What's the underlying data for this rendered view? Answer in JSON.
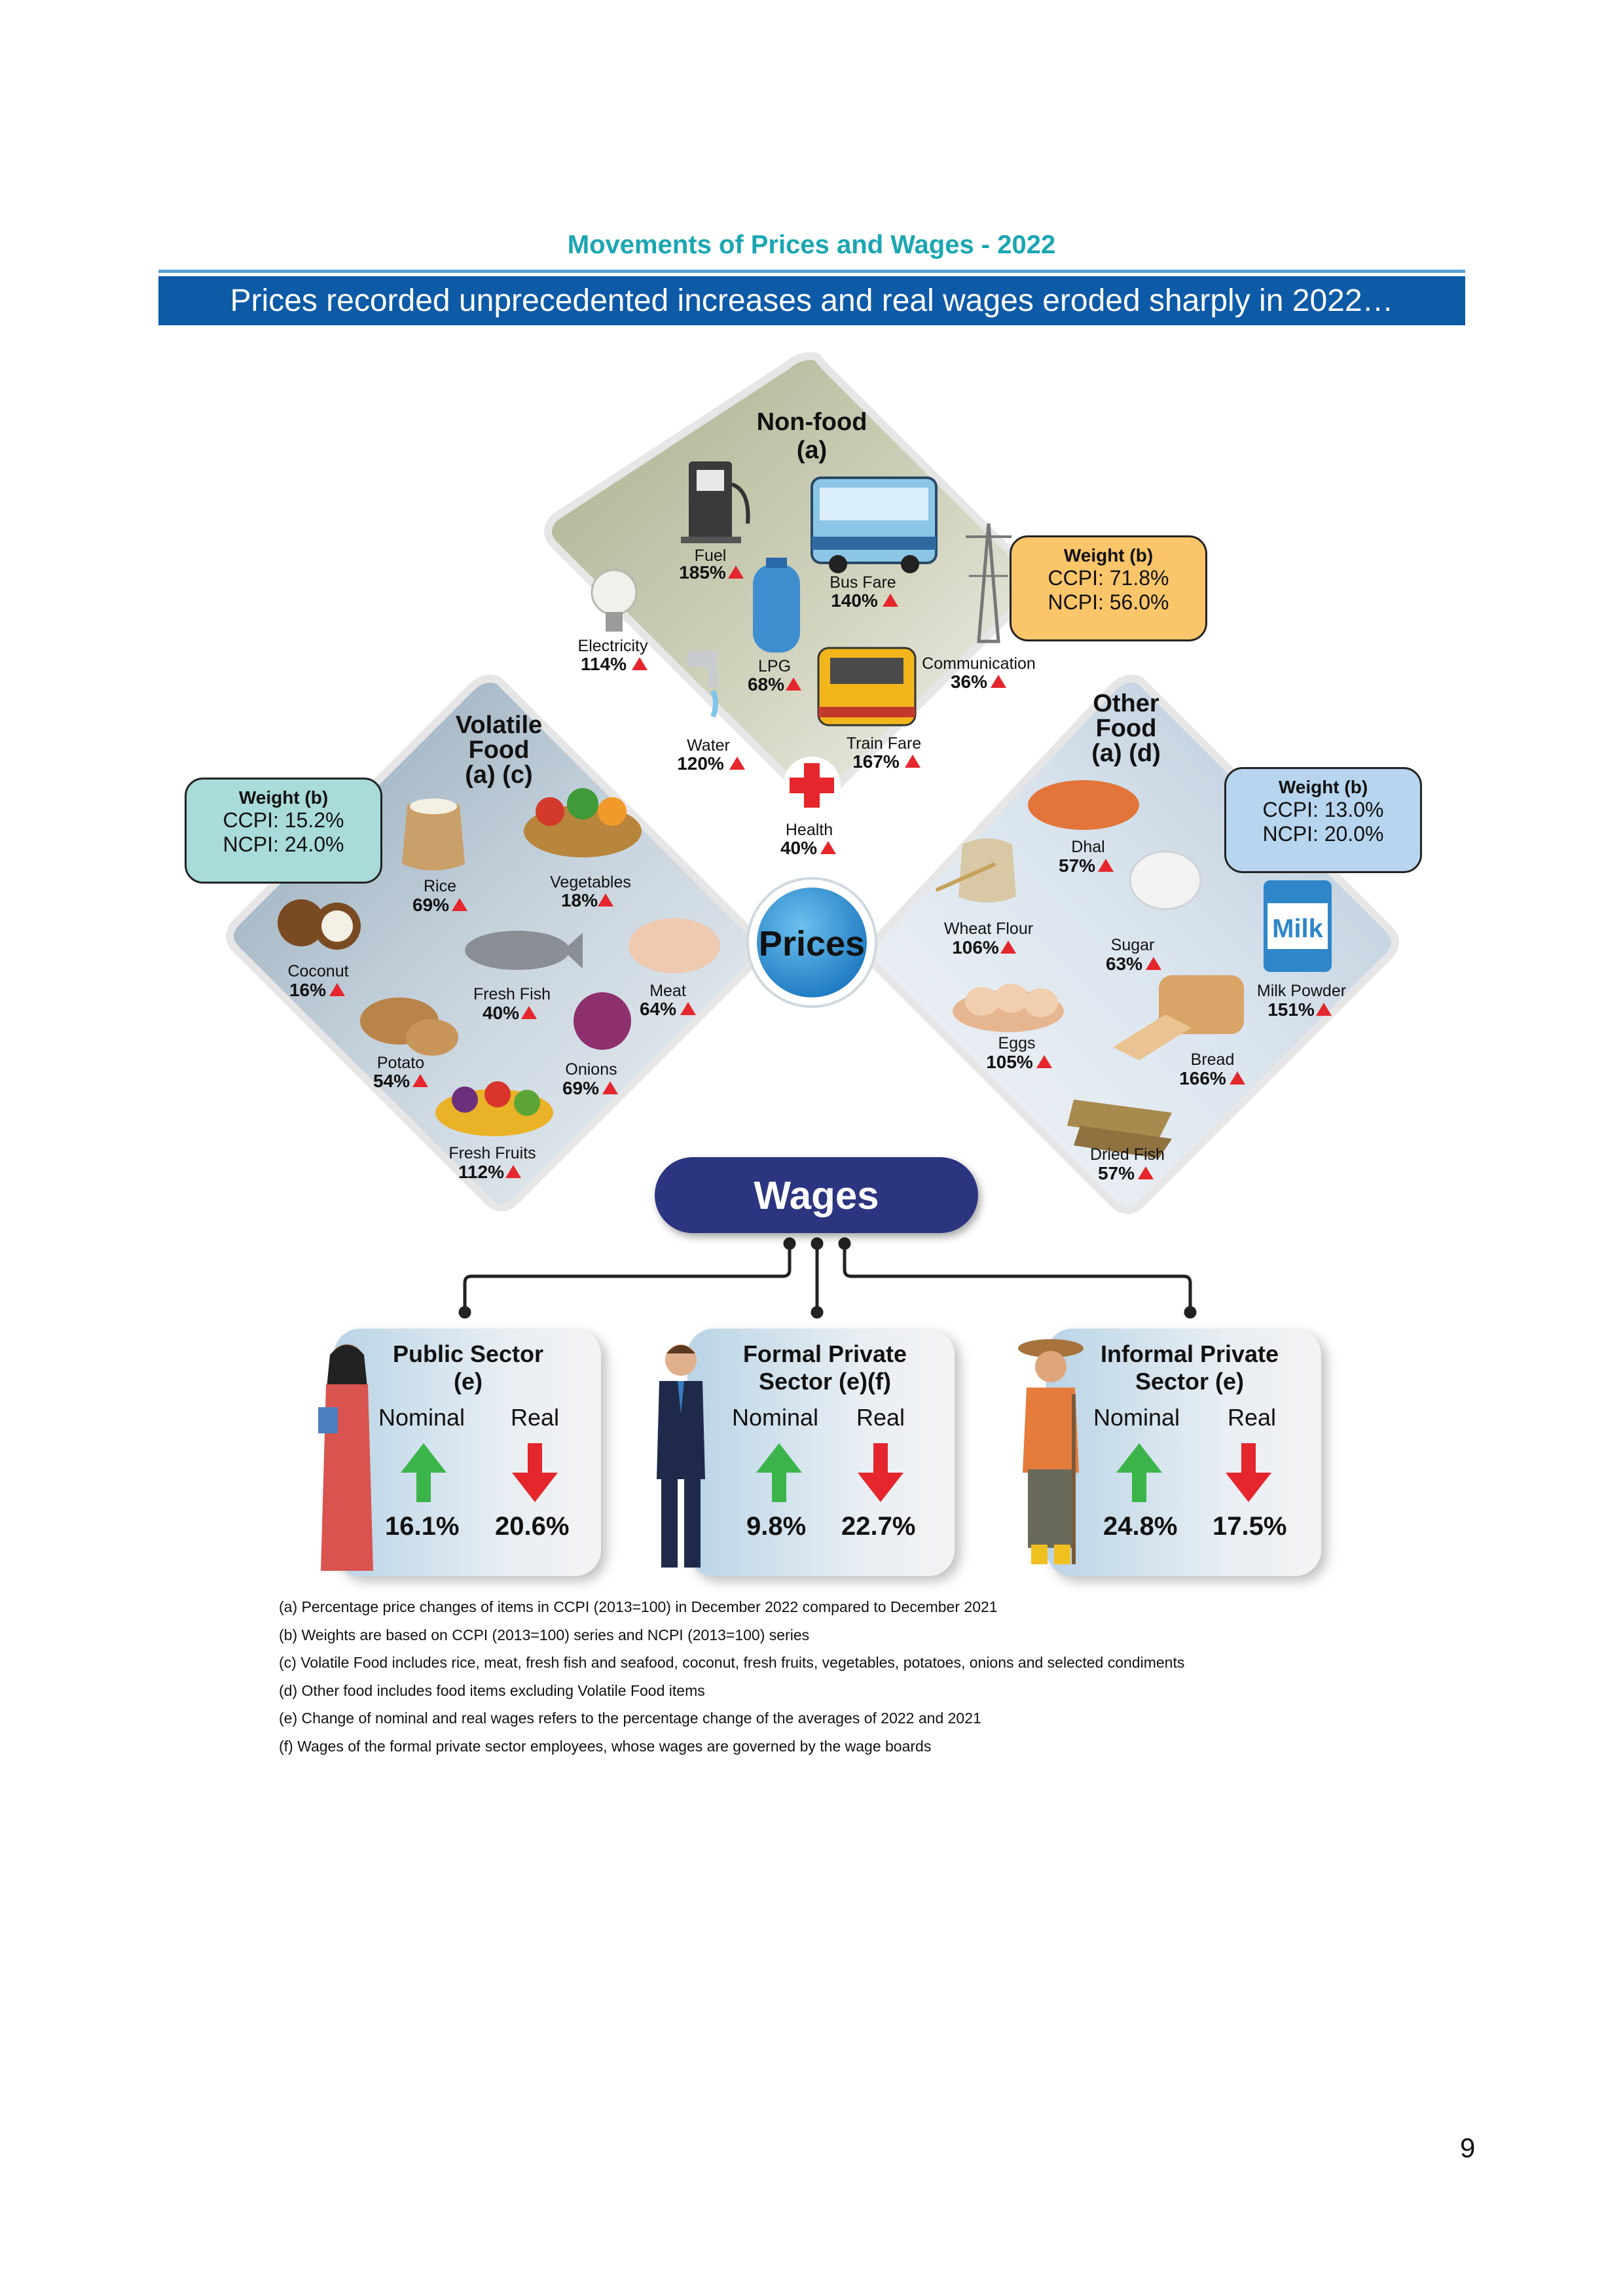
{
  "title": "Movements of Prices and Wages - 2022",
  "banner": "Prices recorded unprecedented increases and real wages eroded sharply in 2022…",
  "center_label": "Prices",
  "non_food": {
    "title_line1": "Non-food",
    "title_line2": "(a)",
    "weight": {
      "title": "Weight (b)",
      "ccpi": "CCPI: 71.8%",
      "ncpi": "NCPI: 56.0%"
    },
    "items": [
      {
        "label": "Fuel",
        "pct": "185%"
      },
      {
        "label": "Bus Fare",
        "pct": "140%"
      },
      {
        "label": "Electricity",
        "pct": "114%"
      },
      {
        "label": "LPG",
        "pct": "68%"
      },
      {
        "label": "Communication",
        "pct": "36%"
      },
      {
        "label": "Water",
        "pct": "120%"
      },
      {
        "label": "Train Fare",
        "pct": "167%"
      },
      {
        "label": "Health",
        "pct": "40%"
      }
    ]
  },
  "volatile_food": {
    "title_line1": "Volatile",
    "title_line2": "Food",
    "title_line3": "(a) (c)",
    "weight": {
      "title": "Weight (b)",
      "ccpi": "CCPI: 15.2%",
      "ncpi": "NCPI: 24.0%"
    },
    "items": [
      {
        "label": "Rice",
        "pct": "69%"
      },
      {
        "label": "Vegetables",
        "pct": "18%"
      },
      {
        "label": "Coconut",
        "pct": "16%"
      },
      {
        "label": "Fresh Fish",
        "pct": "40%"
      },
      {
        "label": "Meat",
        "pct": "64%"
      },
      {
        "label": "Potato",
        "pct": "54%"
      },
      {
        "label": "Onions",
        "pct": "69%"
      },
      {
        "label": "Fresh Fruits",
        "pct": "112%"
      }
    ]
  },
  "other_food": {
    "title_line1": "Other",
    "title_line2": "Food",
    "title_line3": "(a) (d)",
    "weight": {
      "title": "Weight (b)",
      "ccpi": "CCPI: 13.0%",
      "ncpi": "NCPI: 20.0%"
    },
    "milk_text": "Milk",
    "items": [
      {
        "label": "Dhal",
        "pct": "57%"
      },
      {
        "label": "Wheat Flour",
        "pct": "106%"
      },
      {
        "label": "Sugar",
        "pct": "63%"
      },
      {
        "label": "Milk Powder",
        "pct": "151%"
      },
      {
        "label": "Eggs",
        "pct": "105%"
      },
      {
        "label": "Bread",
        "pct": "166%"
      },
      {
        "label": "Dried Fish",
        "pct": "57%"
      }
    ]
  },
  "wages": {
    "label": "Wages",
    "sectors": [
      {
        "title_line1": "Public Sector",
        "title_line2": "(e)",
        "nominal_label": "Nominal",
        "real_label": "Real",
        "nominal": "16.1%",
        "real": "20.6%"
      },
      {
        "title_line1": "Formal Private",
        "title_line2": "Sector (e)(f)",
        "nominal_label": "Nominal",
        "real_label": "Real",
        "nominal": "9.8%",
        "real": "22.7%"
      },
      {
        "title_line1": "Informal Private",
        "title_line2": "Sector (e)",
        "nominal_label": "Nominal",
        "real_label": "Real",
        "nominal": "24.8%",
        "real": "17.5%"
      }
    ]
  },
  "notes": [
    "(a) Percentage price changes of items in CCPI (2013=100) in December 2022 compared to December 2021",
    "(b) Weights are based on CCPI (2013=100) series and NCPI (2013=100) series",
    "(c) Volatile Food includes rice, meat, fresh fish and seafood, coconut, fresh fruits, vegetables, potatoes, onions and selected condiments",
    "(d) Other food includes food items excluding Volatile Food items",
    "(e) Change of nominal and real wages refers to the percentage change of the averages of 2022 and 2021",
    "(f)  Wages of the formal private sector employees, whose wages are governed by the wage boards"
  ],
  "page_number": "9",
  "colors": {
    "title": "#1aa6b2",
    "banner": "#0d5aa7",
    "wages_pill": "#2b3580",
    "up_arrow": "#3bb54a",
    "down_arrow": "#e5262c",
    "increase_triangle": "#e5262c"
  }
}
